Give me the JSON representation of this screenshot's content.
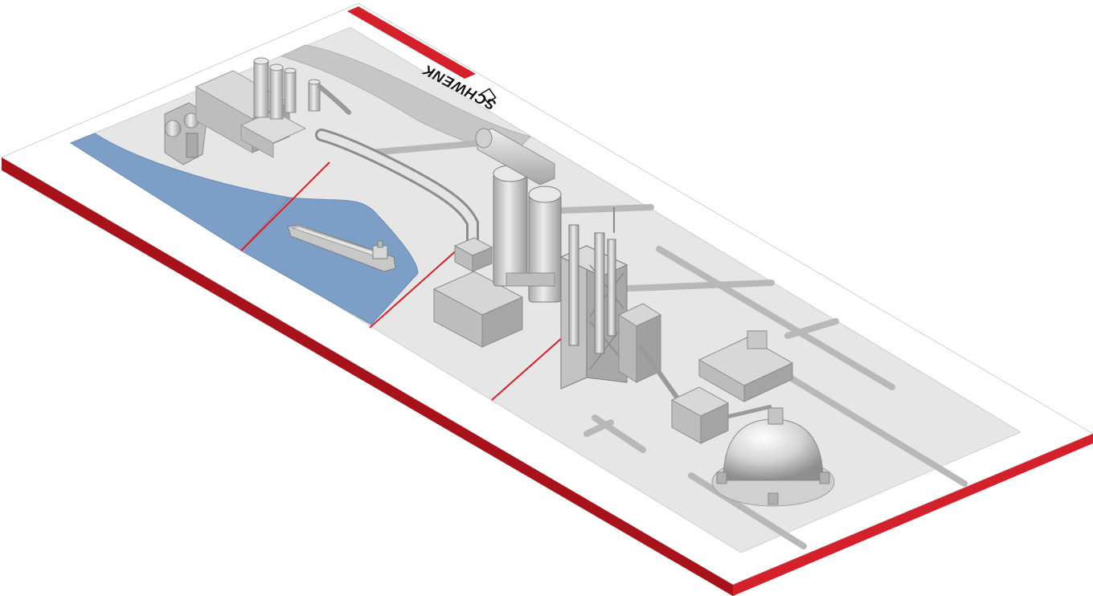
{
  "brand": {
    "logo_text": "SCHWENK",
    "accent_color": "#d4202a",
    "edge_color": "#a8121b"
  },
  "colors": {
    "ground": "#e6e6e6",
    "water": "#7d9fc7",
    "water_edge": "#6a8bb3",
    "road": "#b8b8b8",
    "structure_light": "#d9d9d9",
    "structure_mid": "#bdbdbd",
    "structure_dark": "#9a9a9a",
    "zone_divider": "#d4202a"
  },
  "scene": {
    "type": "isometric cement plant model",
    "zones": [
      "quarry-and-raw-material",
      "river-shipping",
      "silo-and-preheater",
      "kiln-and-clinker-storage"
    ]
  }
}
